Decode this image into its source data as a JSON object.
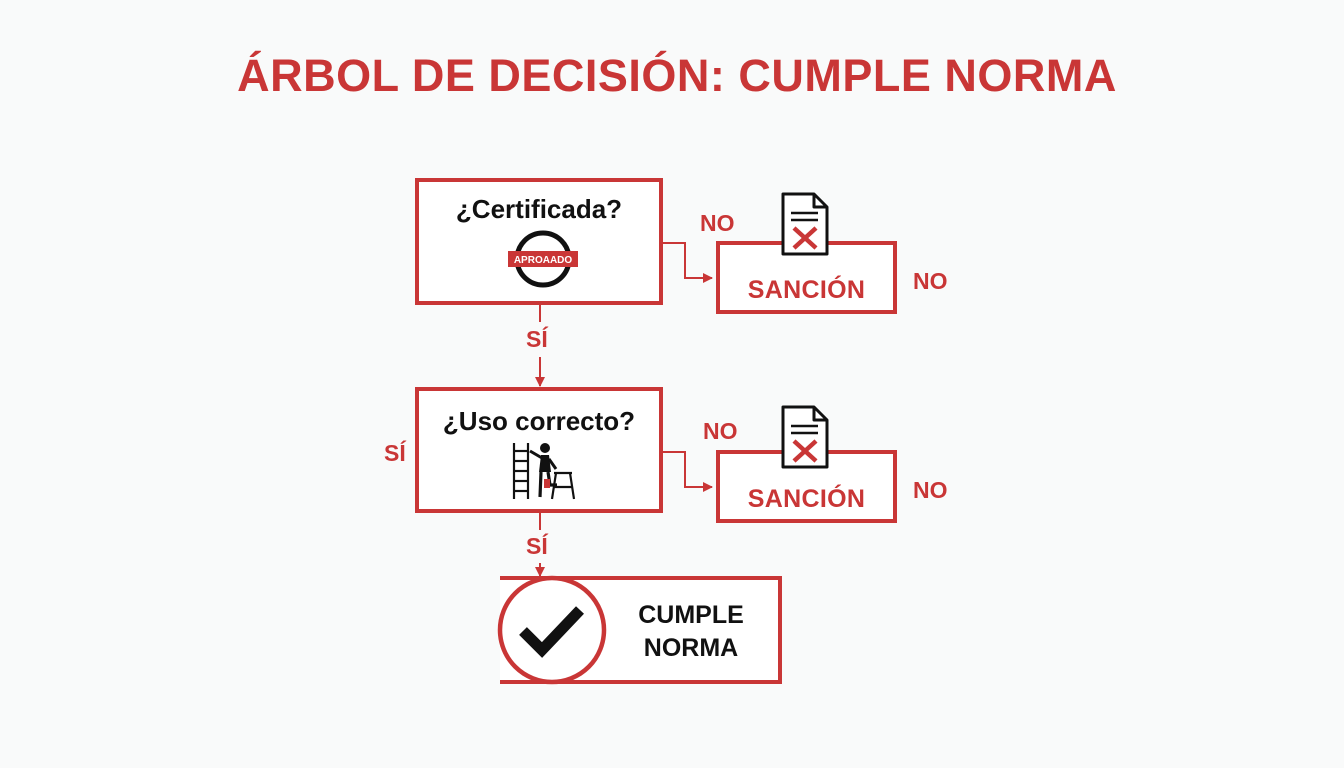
{
  "title": "ÁRBOL DE DECISIÓN: CUMPLE NORMA",
  "nodes": {
    "q1": {
      "label": "¿Certificada?",
      "stamp": "APROAADO",
      "icon": "approved-stamp-icon"
    },
    "q2": {
      "label": "¿Uso correcto?",
      "icon": "ladder-worker-icon"
    },
    "sanction1": {
      "label": "SANCIÓN",
      "icon": "rejected-document-icon"
    },
    "sanction2": {
      "label": "SANCIÓN",
      "icon": "rejected-document-icon"
    },
    "result": {
      "line1": "CUMPLE",
      "line2": "NORMA",
      "icon": "checkmark-icon"
    }
  },
  "edges": {
    "q1_no": "NO",
    "q1_no_right": "NO",
    "q1_yes": "SÍ",
    "q2_no": "NO",
    "q2_no_right": "NO",
    "q2_yes": "SÍ",
    "q2_yes_left": "SÍ"
  },
  "colors": {
    "accent": "#c93636",
    "text": "#111111",
    "background": "#f9fafa"
  }
}
